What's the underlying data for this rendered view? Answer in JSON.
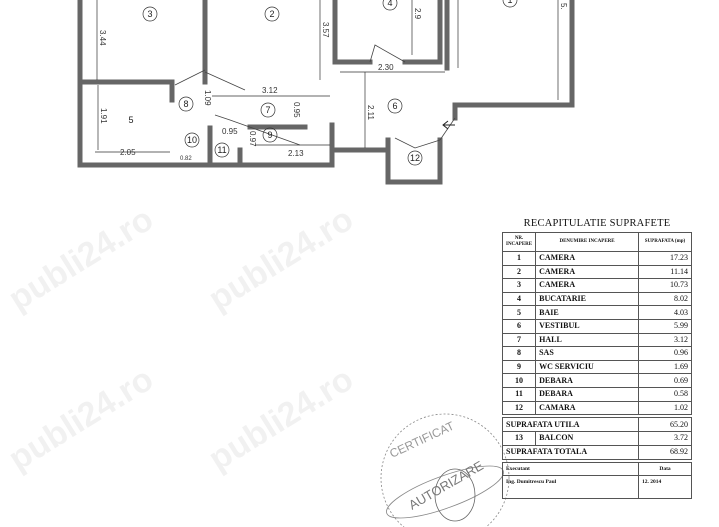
{
  "watermark": "publi24.ro",
  "plan": {
    "room_numbers": [
      "1",
      "2",
      "3",
      "4",
      "5",
      "6",
      "7",
      "8",
      "9",
      "10",
      "11",
      "12"
    ],
    "dimensions": {
      "d_344": "3.44",
      "d_357": "3.57",
      "d_29": "2.9",
      "d_5": "5.",
      "d_191": "1.91",
      "d_205": "2.05",
      "d_109": "1.09",
      "d_312": "3.12",
      "d_095a": "0.95",
      "d_230": "2.30",
      "d_211": "2.11",
      "d_095b": "0.95",
      "d_097": "0.97",
      "d_213": "2.13",
      "d_082": "0.82"
    }
  },
  "summary": {
    "title": "RECAPITULATIE SUPRAFETE",
    "headers": [
      "NR. INCAPERE",
      "DENUMIRE INCAPERE",
      "SUPRAFATA (mp)"
    ],
    "rows": [
      {
        "nr": "1",
        "name": "CAMERA",
        "area": "17.23"
      },
      {
        "nr": "2",
        "name": "CAMERA",
        "area": "11.14"
      },
      {
        "nr": "3",
        "name": "CAMERA",
        "area": "10.73"
      },
      {
        "nr": "4",
        "name": "BUCATARIE",
        "area": "8.02"
      },
      {
        "nr": "5",
        "name": "BAIE",
        "area": "4.03"
      },
      {
        "nr": "6",
        "name": "VESTIBUL",
        "area": "5.99"
      },
      {
        "nr": "7",
        "name": "HALL",
        "area": "3.12"
      },
      {
        "nr": "8",
        "name": "SAS",
        "area": "0.96"
      },
      {
        "nr": "9",
        "name": "WC SERVICIU",
        "area": "1.69"
      },
      {
        "nr": "10",
        "name": "DEBARA",
        "area": "0.69"
      },
      {
        "nr": "11",
        "name": "DEBARA",
        "area": "0.58"
      },
      {
        "nr": "12",
        "name": "CAMARA",
        "area": "1.02"
      }
    ],
    "useful_label": "SUPRAFATA UTILA",
    "useful_value": "65.20",
    "balcony": {
      "nr": "13",
      "name": "BALCON",
      "area": "3.72"
    },
    "total_label": "SUPRAFATA TOTALA",
    "total_value": "68.92",
    "executant_label": "Executant",
    "date_label": "Data",
    "executant_name": "Ing. Dumitrescu Paul",
    "date_value": "12. 2014"
  },
  "stamp": {
    "text": "CERTIFICAT DE AUTORIZARE ... DUMITRESCU"
  }
}
